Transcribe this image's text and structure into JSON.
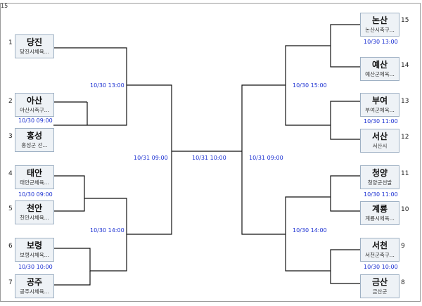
{
  "bracket_id": "15",
  "left_teams": [
    {
      "seed": "1",
      "name": "당진",
      "venue": "당진시체육..."
    },
    {
      "seed": "2",
      "name": "아산",
      "venue": "아산시축구..."
    },
    {
      "seed": "3",
      "name": "홍성",
      "venue": "홍성군 선..."
    },
    {
      "seed": "4",
      "name": "태안",
      "venue": "태안군체육..."
    },
    {
      "seed": "5",
      "name": "천안",
      "venue": "천안시체육..."
    },
    {
      "seed": "6",
      "name": "보령",
      "venue": "보령시체육..."
    },
    {
      "seed": "7",
      "name": "공주",
      "venue": "공주시체육..."
    }
  ],
  "right_teams": [
    {
      "seed": "15",
      "name": "논산",
      "venue": "논산시축구..."
    },
    {
      "seed": "14",
      "name": "예산",
      "venue": "예산군체육..."
    },
    {
      "seed": "13",
      "name": "부여",
      "venue": "부여군체육..."
    },
    {
      "seed": "12",
      "name": "서산",
      "venue": "서산시"
    },
    {
      "seed": "11",
      "name": "청양",
      "venue": "청양군선발"
    },
    {
      "seed": "10",
      "name": "계룡",
      "venue": "계룡시체육..."
    },
    {
      "seed": "9",
      "name": "서천",
      "venue": "서천군축구..."
    },
    {
      "seed": "8",
      "name": "금산",
      "venue": "금산군"
    }
  ],
  "times": {
    "l_r1_a": "10/30 09:00",
    "l_r1_b": "10/30 09:00",
    "l_r1_c": "10/30 10:00",
    "l_r2_top": "10/30 13:00",
    "l_r2_bot": "10/30 14:00",
    "l_semi": "10/31 09:00",
    "final": "10/31 10:00",
    "r_r1_a": "10/30 13:00",
    "r_r1_b": "10/30 11:00",
    "r_r1_c": "10/30 11:00",
    "r_r1_d": "10/30 10:00",
    "r_r2_top": "10/30 15:00",
    "r_r2_bot": "10/30 14:00",
    "r_semi": "10/31 09:00"
  }
}
